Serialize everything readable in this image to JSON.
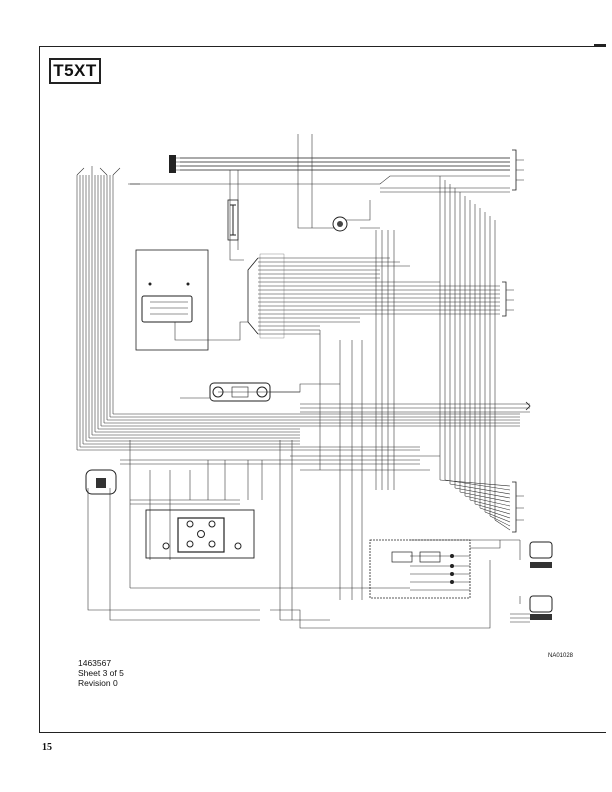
{
  "diagram": {
    "model": "T5XT",
    "drawing_number": "1463567",
    "sheet": "Sheet 3 of 5",
    "revision": "Revision 0",
    "drawing_code": "NA01028",
    "page_number": "15"
  }
}
